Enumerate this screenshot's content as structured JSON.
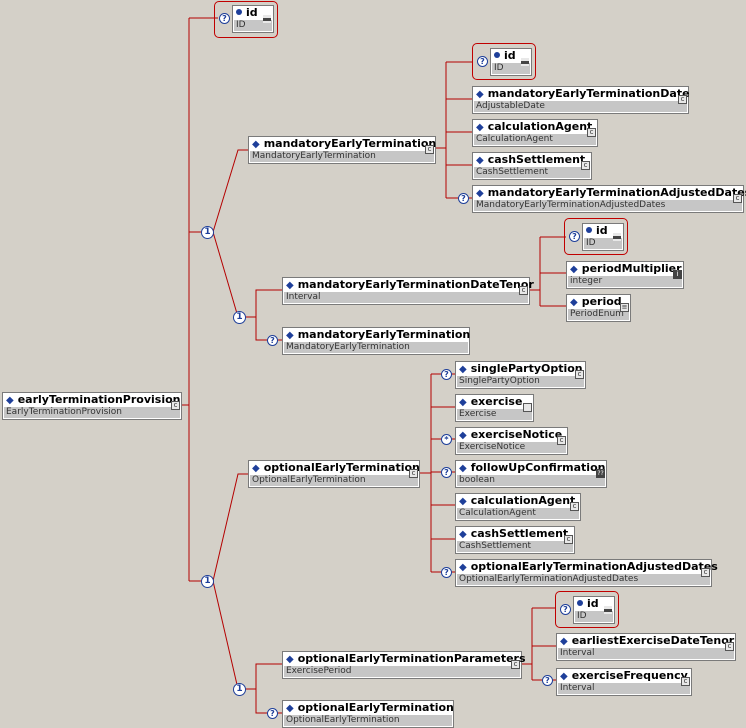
{
  "root": {
    "name": "earlyTerminationProvision",
    "type": "EarlyTerminationProvision"
  },
  "root_id": {
    "name": "id",
    "type": "ID"
  },
  "met": {
    "name": "mandatoryEarlyTermination",
    "type": "MandatoryEarlyTermination"
  },
  "met_id": {
    "name": "id",
    "type": "ID"
  },
  "met_date": {
    "name": "mandatoryEarlyTerminationDate",
    "type": "AdjustableDate"
  },
  "met_calc": {
    "name": "calculationAgent",
    "type": "CalculationAgent"
  },
  "met_cash": {
    "name": "cashSettlement",
    "type": "CashSettlement"
  },
  "met_adj": {
    "name": "mandatoryEarlyTerminationAdjustedDates",
    "type": "MandatoryEarlyTerminationAdjustedDates"
  },
  "metdt": {
    "name": "mandatoryEarlyTerminationDateTenor",
    "type": "Interval"
  },
  "metdt_id": {
    "name": "id",
    "type": "ID"
  },
  "metdt_pm": {
    "name": "periodMultiplier",
    "type": "integer"
  },
  "metdt_p": {
    "name": "period",
    "type": "PeriodEnum"
  },
  "met2": {
    "name": "mandatoryEarlyTermination",
    "type": "MandatoryEarlyTermination"
  },
  "oet": {
    "name": "optionalEarlyTermination",
    "type": "OptionalEarlyTermination"
  },
  "oet_spo": {
    "name": "singlePartyOption",
    "type": "SinglePartyOption"
  },
  "oet_ex": {
    "name": "exercise",
    "type": "Exercise"
  },
  "oet_exn": {
    "name": "exerciseNotice",
    "type": "ExerciseNotice"
  },
  "oet_fuc": {
    "name": "followUpConfirmation",
    "type": "boolean"
  },
  "oet_calc": {
    "name": "calculationAgent",
    "type": "CalculationAgent"
  },
  "oet_cash": {
    "name": "cashSettlement",
    "type": "CashSettlement"
  },
  "oet_adj": {
    "name": "optionalEarlyTerminationAdjustedDates",
    "type": "OptionalEarlyTerminationAdjustedDates"
  },
  "oetp": {
    "name": "optionalEarlyTerminationParameters",
    "type": "ExercisePeriod"
  },
  "oetp_id": {
    "name": "id",
    "type": "ID"
  },
  "oetp_eedt": {
    "name": "earliestExerciseDateTenor",
    "type": "Interval"
  },
  "oetp_ef": {
    "name": "exerciseFrequency",
    "type": "Interval"
  },
  "oet2": {
    "name": "optionalEarlyTermination",
    "type": "OptionalEarlyTermination"
  },
  "symbols": {
    "optional": "?",
    "sequence": "1",
    "repeat": "*",
    "boolean_badge": "??",
    "int_badge": "i"
  }
}
